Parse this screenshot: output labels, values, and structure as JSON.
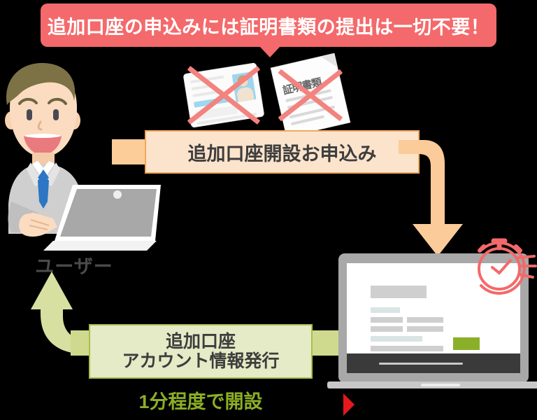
{
  "banner_top": {
    "text": "追加口座の申込みには証明書類の提出は一切不要！",
    "color": "#F4696B",
    "text_color": "#FFFFFF"
  },
  "documents": [
    {
      "name": "id-card",
      "label": "",
      "crossed_out": true
    },
    {
      "name": "certificate-document",
      "label": "証明書類",
      "crossed_out": true
    }
  ],
  "banner_request": {
    "text": "追加口座開設お申込み",
    "fill": "#FCE4CC",
    "border": "#F0A95C",
    "text_color": "#3D3D3D"
  },
  "actor": {
    "label": "ユーザー",
    "label_color": "#4A4A4A"
  },
  "banner_issue": {
    "line1": "追加口座",
    "line2": "アカウント情報発行",
    "fill": "#E4EBC6",
    "border": "#A9BE4B",
    "text_color": "#3D3D3D"
  },
  "caption_issue": {
    "text": "1分程度で開設",
    "color": "#8CAF24"
  },
  "system": {
    "name": "server-laptop",
    "button_color": "#8AB029",
    "timer_icon": "stopwatch-icon",
    "timer_color": "#F3696A"
  },
  "arrows": [
    {
      "name": "arrow-request-down",
      "color": "#FBCB9A",
      "direction": "right-then-down"
    },
    {
      "name": "arrow-issue-up",
      "color": "#D7E0A1",
      "direction": "left-then-up"
    },
    {
      "name": "arrow-bottom-marker",
      "color": "#E4191C",
      "direction": "right"
    }
  ]
}
